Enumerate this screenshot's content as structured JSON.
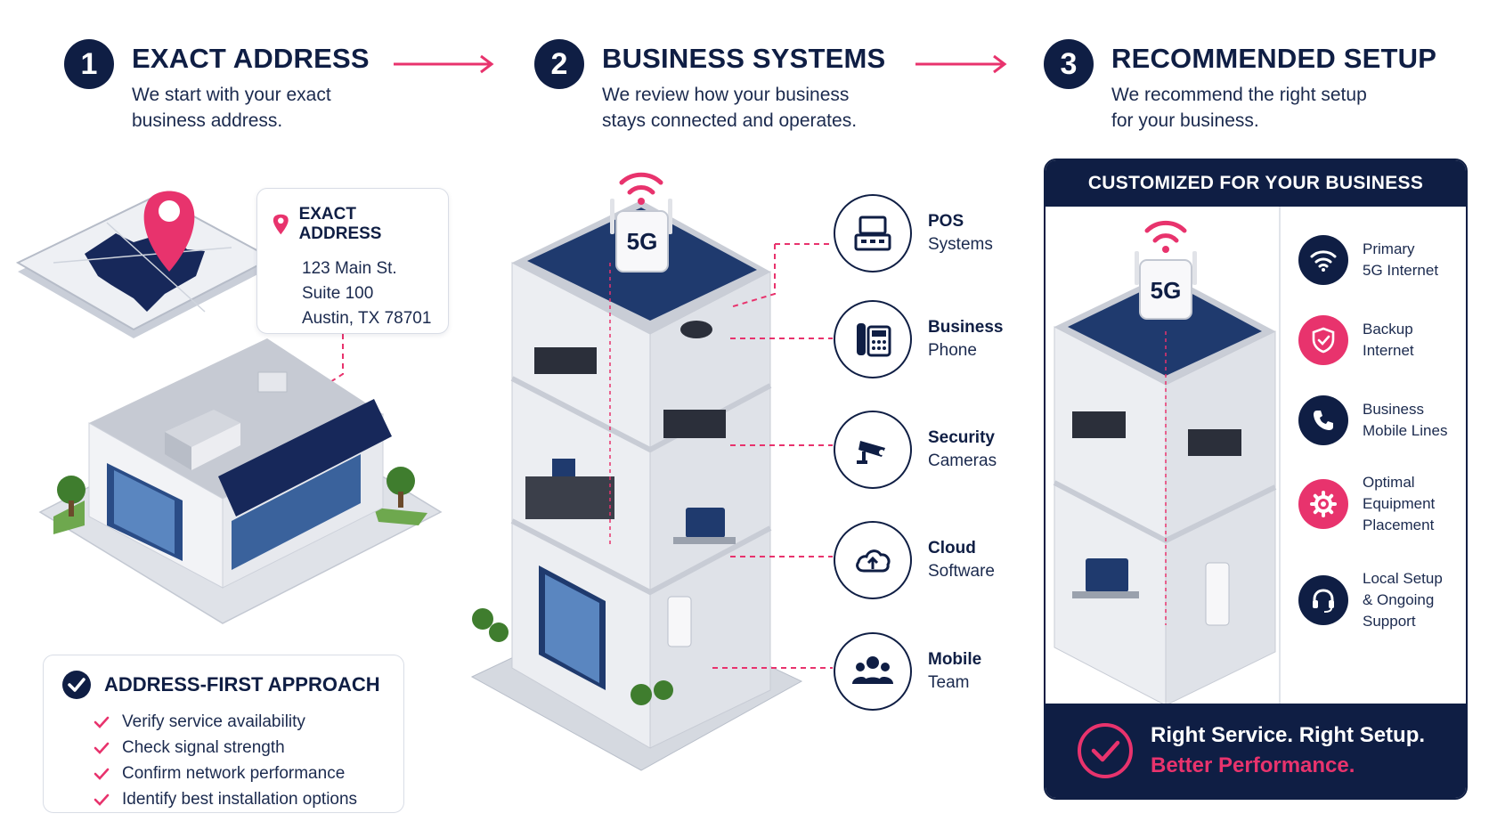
{
  "steps": [
    {
      "num": "1",
      "title": "EXACT ADDRESS",
      "desc": "We start with your exact\nbusiness address."
    },
    {
      "num": "2",
      "title": "BUSINESS SYSTEMS",
      "desc": "We review how your business\nstays connected and operates."
    },
    {
      "num": "3",
      "title": "RECOMMENDED SETUP",
      "desc": "We recommend the right setup\nfor your business."
    }
  ],
  "address_card": {
    "title": "EXACT ADDRESS",
    "line1": "123 Main St.",
    "line2": "Suite 100",
    "line3": "Austin, TX 78701"
  },
  "approach": {
    "title": "ADDRESS-FIRST APPROACH",
    "items": [
      "Verify service availability",
      "Check signal strength",
      "Confirm network performance",
      "Identify best installation options"
    ]
  },
  "router_label": "5G",
  "systems": [
    {
      "name": "POS",
      "sub": "Systems",
      "icon": "pos-terminal-icon"
    },
    {
      "name": "Business",
      "sub": "Phone",
      "icon": "desk-phone-icon"
    },
    {
      "name": "Security",
      "sub": "Cameras",
      "icon": "security-camera-icon"
    },
    {
      "name": "Cloud",
      "sub": "Software",
      "icon": "cloud-upload-icon"
    },
    {
      "name": "Mobile",
      "sub": "Team",
      "icon": "team-icon"
    }
  ],
  "panel": {
    "title": "CUSTOMIZED FOR YOUR BUSINESS",
    "router_label": "5G",
    "features": [
      {
        "label": "Primary\n5G Internet",
        "icon": "wifi-icon",
        "color": "#0f1e44"
      },
      {
        "label": "Backup\nInternet",
        "icon": "shield-check-icon",
        "color": "#e8336d"
      },
      {
        "label": "Business\nMobile Lines",
        "icon": "phone-icon",
        "color": "#0f1e44"
      },
      {
        "label": "Optimal\nEquipment\nPlacement",
        "icon": "gear-icon",
        "color": "#e8336d"
      },
      {
        "label": "Local Setup\n& Ongoing\nSupport",
        "icon": "headset-icon",
        "color": "#0f1e44"
      }
    ],
    "footer_line1": "Right Service. Right Setup.",
    "footer_line2": "Better Performance."
  },
  "colors": {
    "navy": "#0f1e44",
    "pink": "#e8336d"
  }
}
